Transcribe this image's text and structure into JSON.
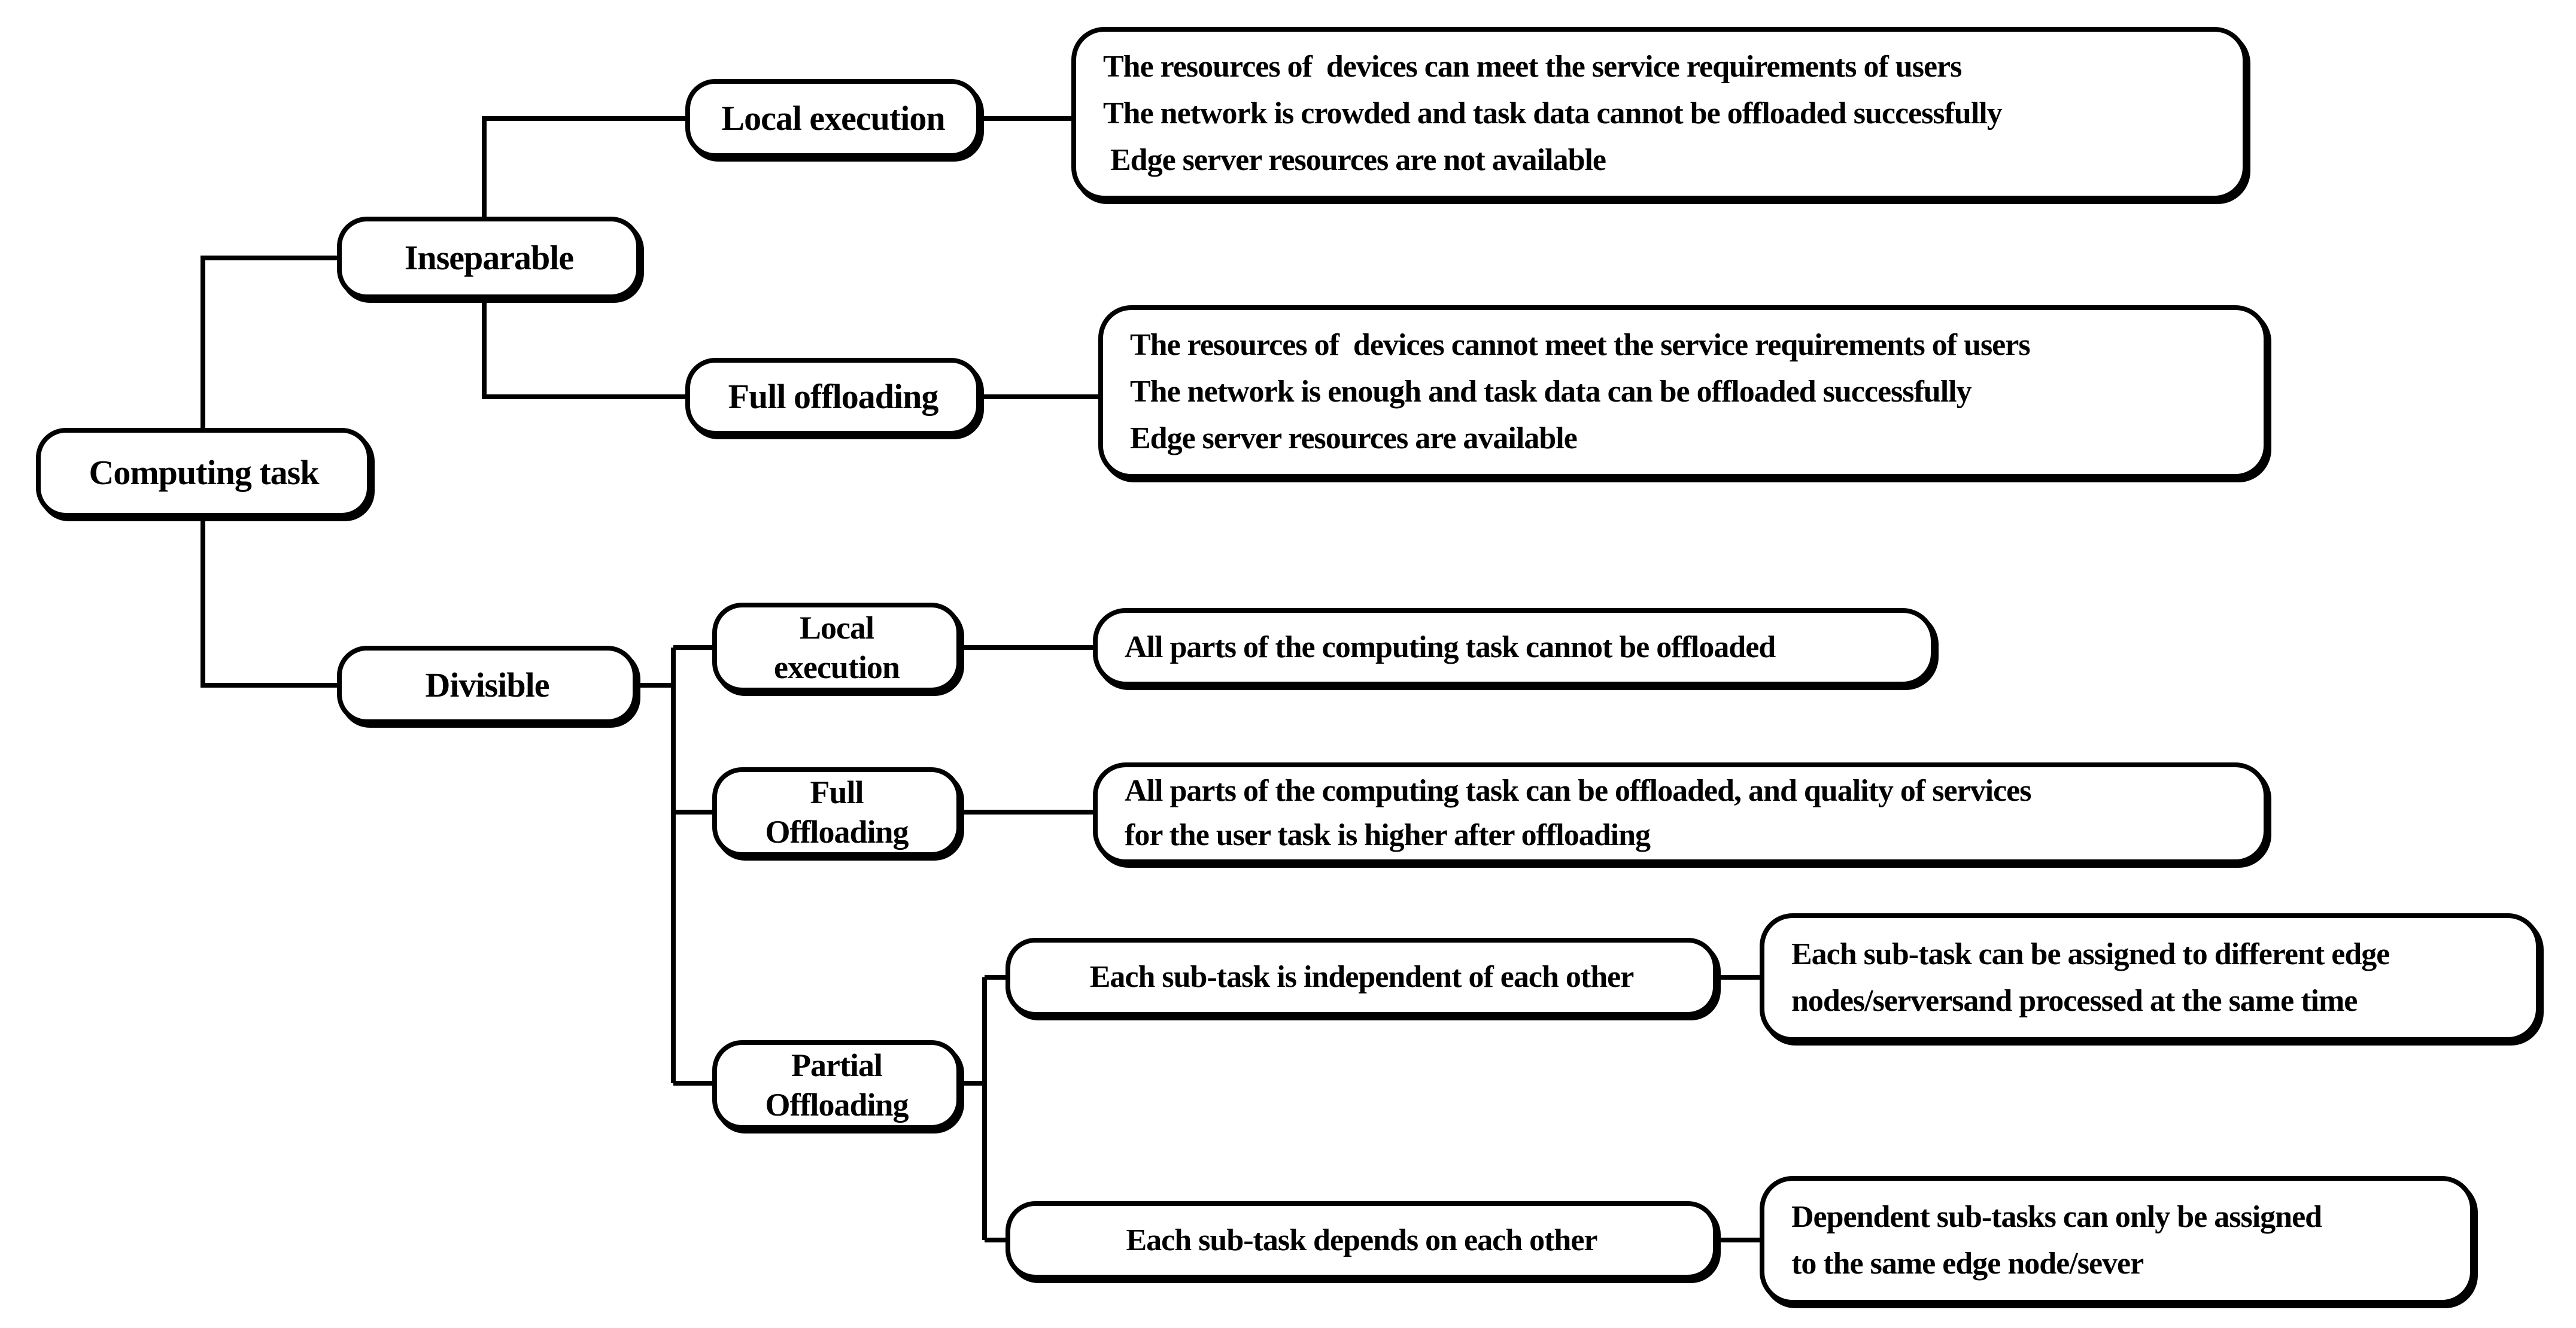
{
  "diagram_title": "Computing task offloading classification",
  "colors": {
    "stroke": "#000000",
    "box_background": "#ffffff",
    "text": "#000000",
    "page_background": "#ffffff"
  },
  "nodes": {
    "computing_task": {
      "label": "Computing task"
    },
    "inseparable": {
      "label": "Inseparable"
    },
    "local_execution_top": {
      "label": "Local execution"
    },
    "local_execution_top_desc": {
      "lines": [
        "The resources of  devices can meet the service requirements of users",
        "The network is crowded and task data cannot be offloaded successfully",
        " Edge server resources are not available"
      ]
    },
    "full_offloading_top": {
      "label": "Full offloading"
    },
    "full_offloading_top_desc": {
      "lines": [
        "The resources of  devices cannot meet the service requirements of users",
        "The network is enough and task data can be offloaded successfully",
        "Edge server resources are available"
      ]
    },
    "divisible": {
      "label": "Divisible"
    },
    "local_execution_div": {
      "lines": [
        "Local",
        "execution"
      ]
    },
    "local_execution_div_desc": {
      "lines": [
        "All parts of the computing task cannot be offloaded"
      ]
    },
    "full_offloading_div": {
      "lines": [
        "Full",
        "Offloading"
      ]
    },
    "full_offloading_div_desc": {
      "lines": [
        "All parts of the computing task can be offloaded, and quality of services",
        "for the user task is higher after offloading"
      ]
    },
    "partial_offloading": {
      "lines": [
        "Partial",
        "Offloading"
      ]
    },
    "independent": {
      "label": "Each sub-task is independent of each other"
    },
    "independent_desc": {
      "lines": [
        "Each sub-task can be assigned to different edge",
        "nodes/serversand processed at the same time"
      ]
    },
    "depends": {
      "label": "Each sub-task depends on each other"
    },
    "depends_desc": {
      "lines": [
        "Dependent sub-tasks can only be assigned",
        "to the same edge node/sever"
      ]
    }
  }
}
